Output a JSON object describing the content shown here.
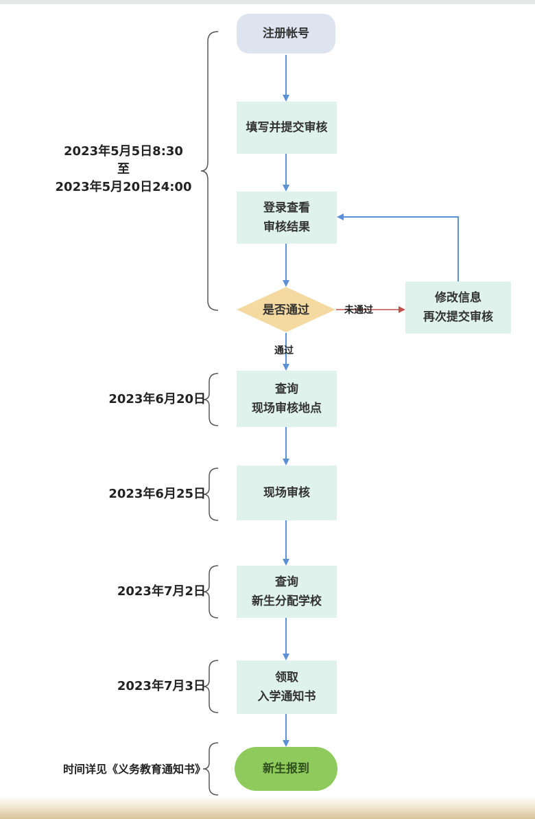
{
  "nodes": {
    "register": "注册帐号",
    "fill_submit": "填写并提交审核",
    "login_line1": "登录查看",
    "login_line2": "审核结果",
    "decision": "是否通过",
    "modify_line1": "修改信息",
    "modify_line2": "再次提交审核",
    "query_site_line1": "查询",
    "query_site_line2": "现场审核地点",
    "onsite": "现场审核",
    "query_school_line1": "查询",
    "query_school_line2": "新生分配学校",
    "notice_line1": "领取",
    "notice_line2": "入学通知书",
    "report": "新生报到"
  },
  "labels": {
    "fail": "未通过",
    "pass": "通过"
  },
  "dates": {
    "range_start": "2023年5月5日8:30",
    "range_to": "至",
    "range_end": "2023年5月20日24:00",
    "june20": "2023年6月20日",
    "june25": "2023年6月25日",
    "july2": "2023年7月2日",
    "july3": "2023年7月3日",
    "notice": "时间详见《义务教育通知书》"
  },
  "colors": {
    "process_fill": "#dff2ec",
    "start_fill": "#dde4f0",
    "decision_fill": "#f4d9a0",
    "end_fill": "#8ecb5c",
    "flow_arrow": "#5b8fd6",
    "fail_arrow": "#c0504d"
  }
}
